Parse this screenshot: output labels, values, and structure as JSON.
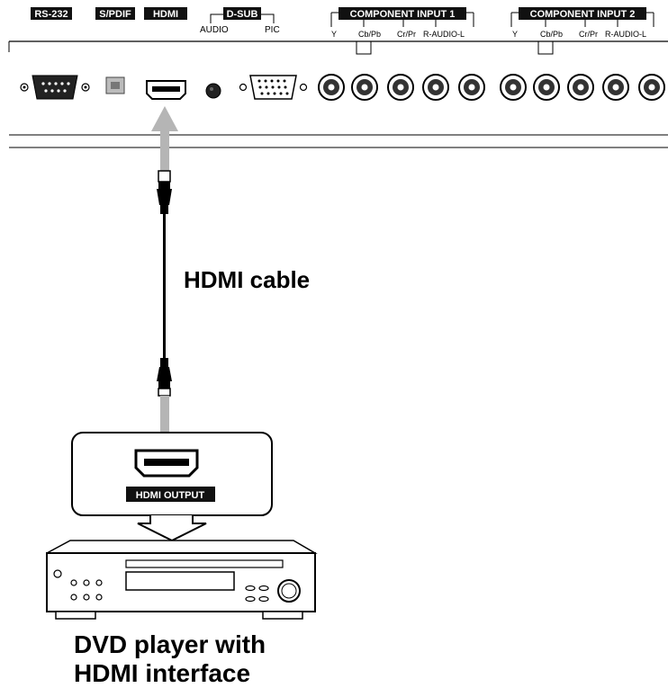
{
  "panel": {
    "rs232": "RS-232",
    "spdif": "S/PDIF",
    "hdmi": "HDMI",
    "dsub": "D-SUB",
    "audio": "AUDIO",
    "pic": "PIC",
    "component1": {
      "title": "COMPONENT INPUT 1",
      "y": "Y",
      "cb": "Cb/Pb",
      "cr": "Cr/Pr",
      "audio": "R-AUDIO-L"
    },
    "component2": {
      "title": "COMPONENT INPUT 2",
      "y": "Y",
      "cb": "Cb/Pb",
      "cr": "Cr/Pr",
      "audio": "R-AUDIO-L"
    }
  },
  "cable": {
    "label": "HDMI cable"
  },
  "dvd": {
    "output_label": "HDMI OUTPUT",
    "caption_line1": "DVD player with",
    "caption_line2": "HDMI interface"
  }
}
